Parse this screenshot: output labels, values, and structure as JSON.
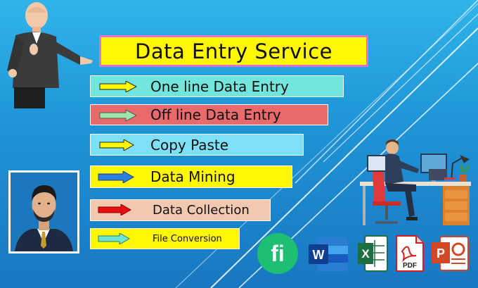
{
  "title": "Data Entry Service",
  "services": [
    {
      "label": "One line Data Entry"
    },
    {
      "label": "Off line Data Entry"
    },
    {
      "label": "Copy Paste"
    },
    {
      "label": "Data Mining"
    },
    {
      "label": "Data Collection"
    },
    {
      "label": "File Conversion"
    }
  ],
  "apps": {
    "fiverr": "fi",
    "word": "W",
    "excel": "X",
    "pdf": "PDF",
    "powerpoint": "P"
  },
  "colors": {
    "background": "#1f93d6",
    "title_bg": "#fff704",
    "title_border": "#e66fd0"
  },
  "icons": [
    "pointing-man-icon",
    "arrow-icon",
    "office-worker-icon",
    "fiverr-icon",
    "word-icon",
    "excel-icon",
    "pdf-icon",
    "powerpoint-icon"
  ]
}
